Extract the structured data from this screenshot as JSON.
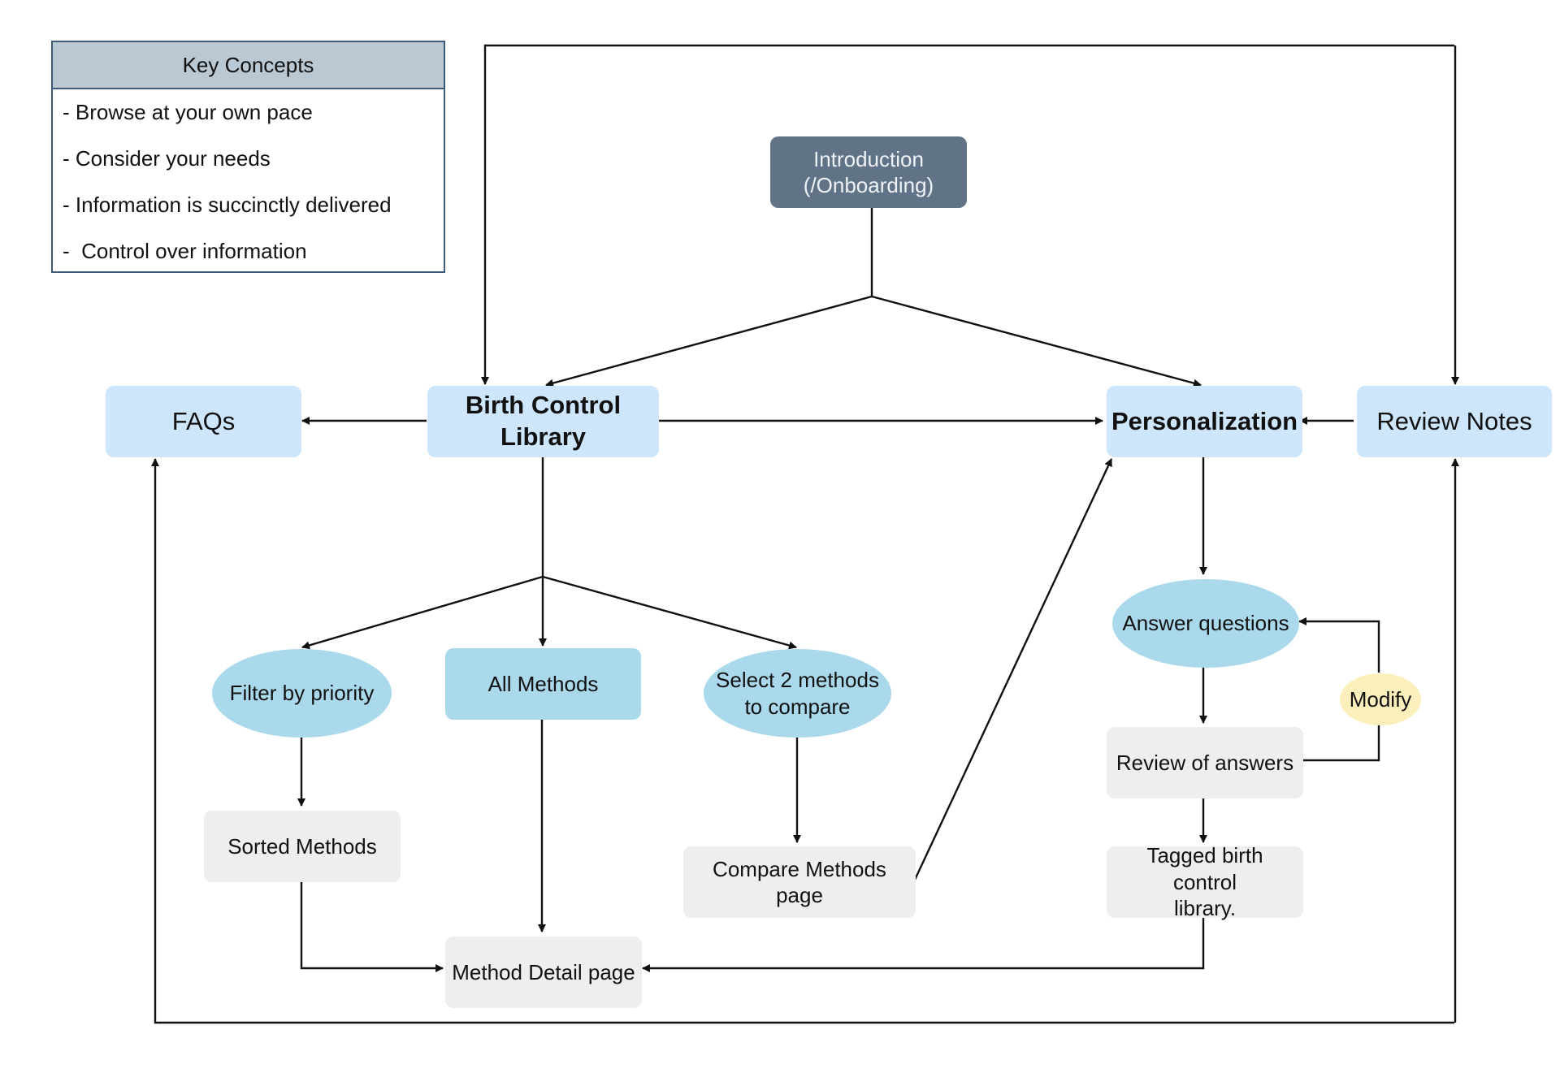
{
  "key_concepts": {
    "title": "Key Concepts",
    "items": [
      "- Browse at your own pace",
      "- Consider your needs",
      "- Information is succinctly delivered",
      "-  Control over information"
    ]
  },
  "nodes": {
    "introduction": {
      "line1": "Introduction",
      "line2": "(/Onboarding)"
    },
    "faqs": "FAQs",
    "library": {
      "line1": "Birth Control",
      "line2": "Library"
    },
    "personalization": "Personalization",
    "review_notes": "Review Notes",
    "filter_priority": "Filter by priority",
    "all_methods": "All Methods",
    "select_compare": {
      "line1": "Select 2 methods",
      "line2": "to compare"
    },
    "sorted_methods": "Sorted Methods",
    "compare_page": {
      "line1": "Compare Methods",
      "line2": "page"
    },
    "method_detail": "Method Detail page",
    "answer_questions": "Answer questions",
    "review_answers": "Review of answers",
    "modify": "Modify",
    "tagged_library": {
      "line1": "Tagged birth control",
      "line2": "library."
    }
  },
  "colors": {
    "primary_node": "#cde6fb",
    "intro_node": "#617487",
    "action_node": "#aad9ec",
    "page_node": "#eeeeee",
    "modify_node": "#fbefbb",
    "legend_header": "#b9c8d3",
    "legend_border": "#3d5a7a"
  }
}
